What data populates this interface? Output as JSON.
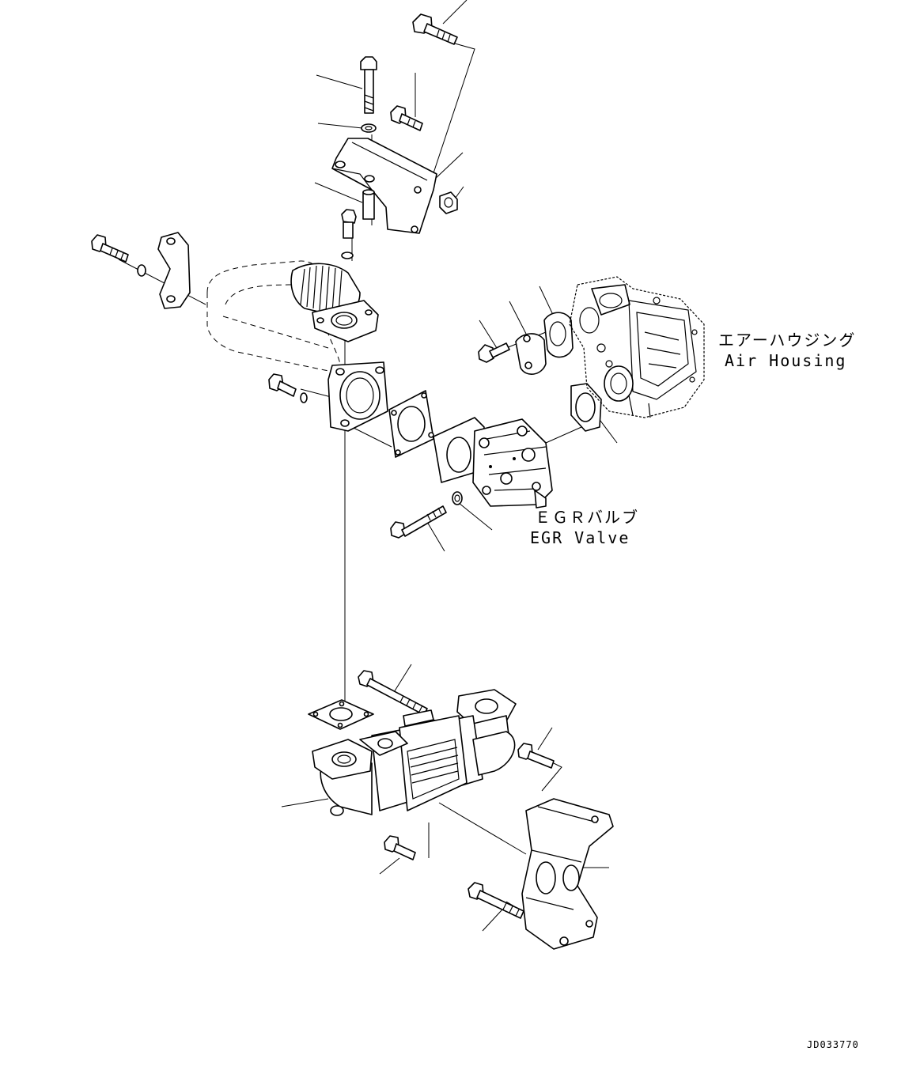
{
  "labels": {
    "air_housing_jp": "エアーハウジング",
    "air_housing_en": "Air Housing",
    "egr_valve_jp": "ＥＧＲバルブ",
    "egr_valve_en": "EGR Valve"
  },
  "drawing_code": "JD033770"
}
